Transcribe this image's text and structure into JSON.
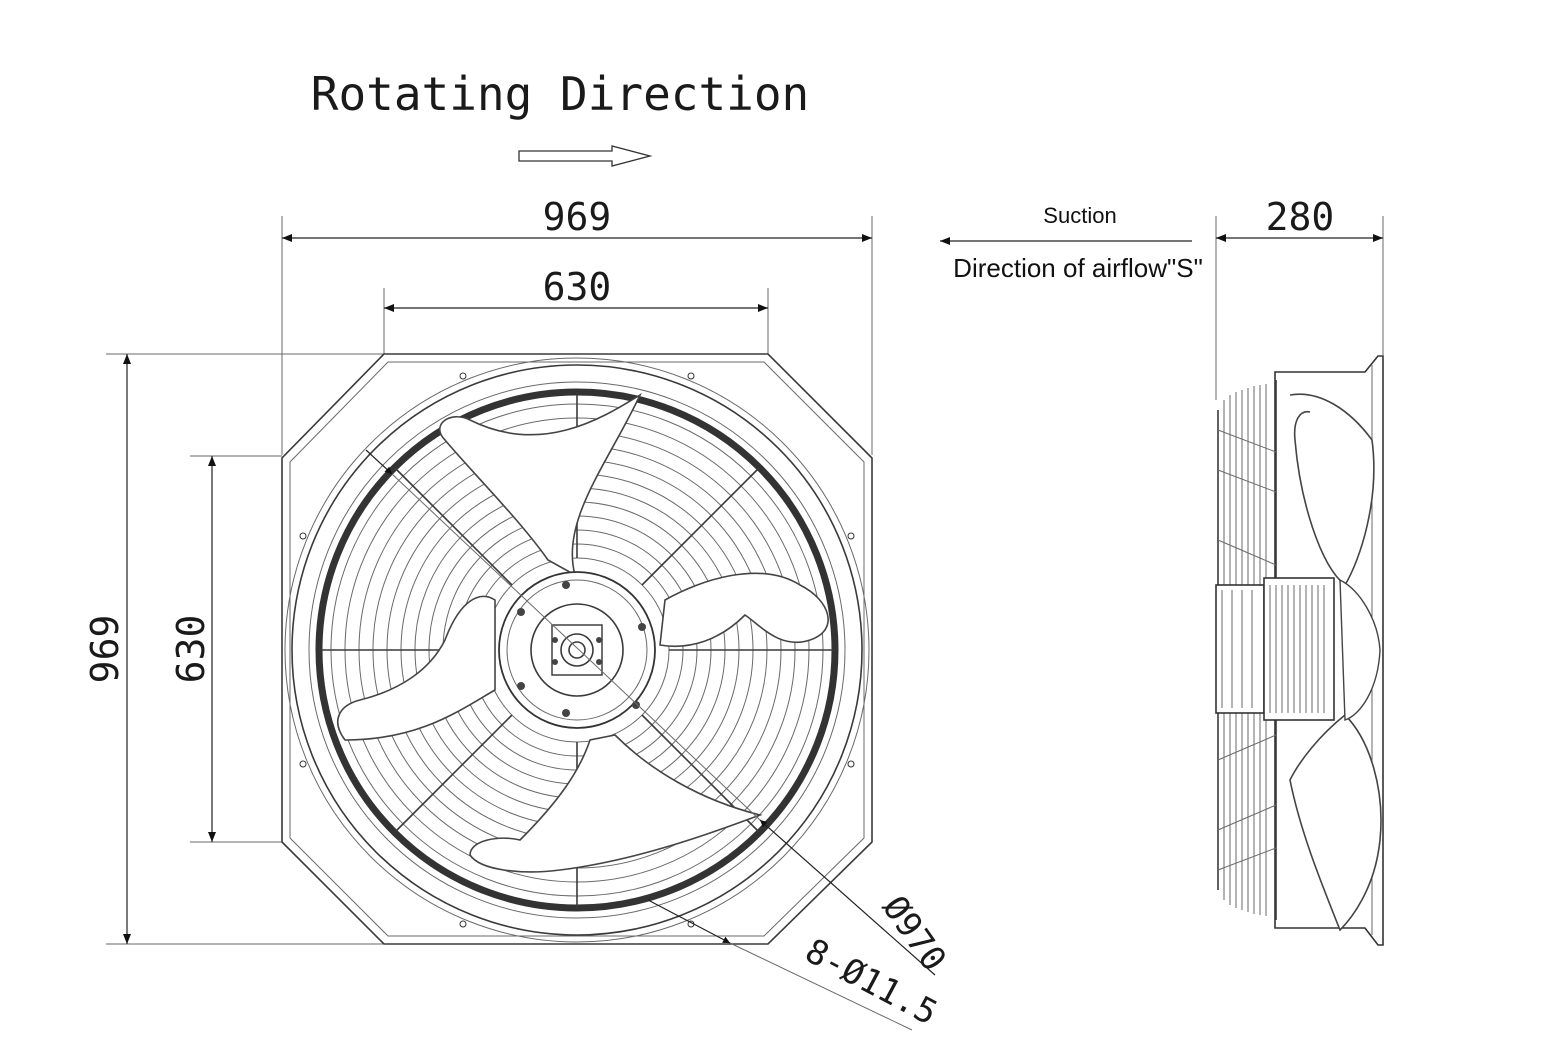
{
  "title": "Rotating Direction",
  "front_view": {
    "width_outer": "969",
    "width_inner": "630",
    "height_outer": "969",
    "height_inner": "630",
    "diameter_label": "Ø970",
    "holes_label": "8-Ø11.5"
  },
  "side_view": {
    "depth": "280",
    "suction_label": "Suction",
    "airflow_label": "Direction of airflow\"S\""
  },
  "colors": {
    "line": "#3a3a3a",
    "text": "#1a1a1a",
    "background": "#ffffff"
  }
}
